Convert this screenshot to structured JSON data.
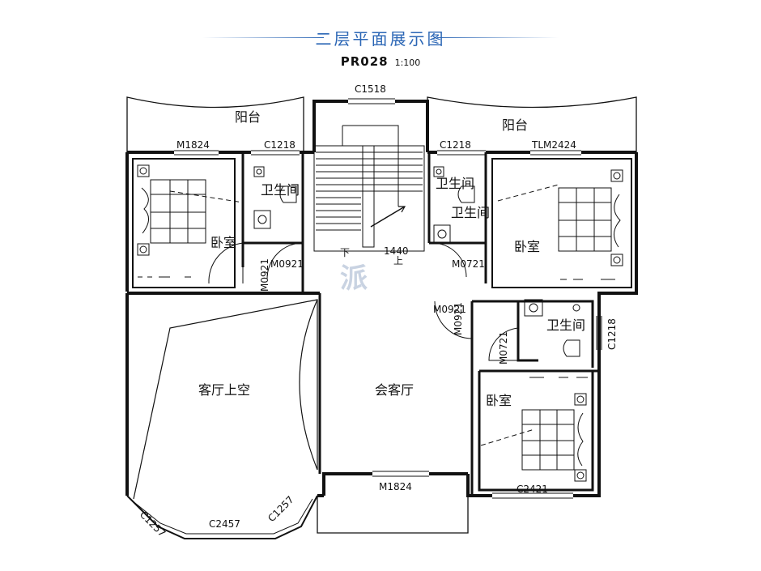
{
  "title": "二层平面展示图",
  "plan_code": "PR028",
  "scale": "1:100",
  "rooms": {
    "balcony_left": "阳台",
    "balcony_right": "阳台",
    "bedroom_1": "卧室",
    "bedroom_2": "卧室",
    "bedroom_3": "卧室",
    "bath_1": "卫生间",
    "bath_2": "卫生间",
    "bath_3": "卫生间",
    "void_living": "客厅上空",
    "hall": "会客厅",
    "stair_down": "下",
    "stair_up": "上"
  },
  "labels": {
    "c1518": "C1518",
    "m1824_top": "M1824",
    "c1218_left": "C1218",
    "c1218_right": "C1218",
    "tlm2424": "TLM2424",
    "dim_1440": "1440",
    "m0921_a": "M0921",
    "m0921_b": "M0921",
    "m0721_a": "M0721",
    "m0921_c": "M0921",
    "m0921_d": "M0921",
    "m0721_b": "M0721",
    "c1218_side": "C1218",
    "m1824_bottom": "M1824",
    "c2421": "C2421",
    "c2457": "C2457",
    "c1257_left": "C1257",
    "c1257_right": "C1257"
  },
  "watermark": "派"
}
